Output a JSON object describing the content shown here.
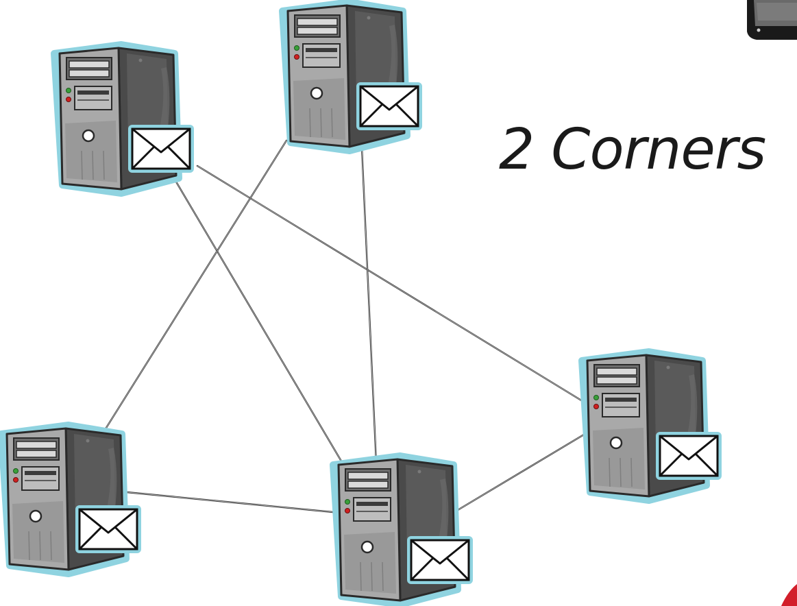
{
  "title": "2 Corners",
  "colors": {
    "glow": "#8fd3e0",
    "tower_front": "#a9a9a9",
    "tower_side": "#4a4a4a",
    "tower_dark": "#2a2a2a",
    "bay": "#d9d9d9",
    "led_green": "#3aa03a",
    "led_red": "#d02020",
    "envelope": "#ffffff",
    "line": "#333333",
    "accent_red": "#d21e2a"
  },
  "nodes": [
    {
      "id": "top-left",
      "icon": "server-icon",
      "badge": "envelope-icon"
    },
    {
      "id": "top-center",
      "icon": "server-icon",
      "badge": "envelope-icon"
    },
    {
      "id": "right",
      "icon": "server-icon",
      "badge": "envelope-icon"
    },
    {
      "id": "bottom-left",
      "icon": "server-icon",
      "badge": "envelope-icon"
    },
    {
      "id": "bottom-center",
      "icon": "server-icon",
      "badge": "envelope-icon"
    }
  ],
  "edges": [
    [
      "top-left",
      "right"
    ],
    [
      "top-left",
      "bottom-center"
    ],
    [
      "top-center",
      "bottom-left"
    ],
    [
      "top-center",
      "bottom-center"
    ],
    [
      "bottom-left",
      "bottom-center"
    ],
    [
      "bottom-center",
      "right"
    ]
  ]
}
